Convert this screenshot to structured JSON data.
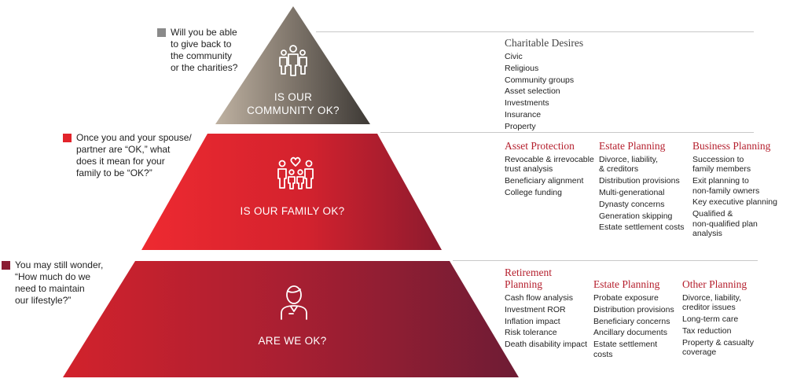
{
  "colors": {
    "community_square": "#8a8a8a",
    "family_square": "#e2242b",
    "lifestyle_square": "#8a1d33",
    "accent_title": "#b5202e"
  },
  "tiers": {
    "community": {
      "label": "IS OUR\nCOMMUNITY OK?",
      "icon": "group-of-people-icon",
      "question": "Will you be able\nto give back to\nthe community\nor the charities?",
      "sections": [
        {
          "title": "Charitable Desires",
          "items": [
            "Civic",
            "Religious",
            "Community groups",
            "Asset selection",
            "Investments",
            "Insurance",
            "Property"
          ]
        }
      ]
    },
    "family": {
      "label": "IS OUR FAMILY OK?",
      "icon": "family-with-heart-icon",
      "question": "Once you and your spouse/\npartner are “OK,” what\ndoes it mean for your\nfamily to be “OK?”",
      "sections": [
        {
          "title": "Asset Protection",
          "items": [
            "Revocable & irrevocable\ntrust analysis",
            "Beneficiary alignment",
            "College funding"
          ]
        },
        {
          "title": "Estate Planning",
          "items": [
            "Divorce, liability,\n& creditors",
            "Distribution provisions",
            "Multi-generational",
            "Dynasty concerns",
            "Generation skipping",
            "Estate settlement costs"
          ]
        },
        {
          "title": "Business Planning",
          "items": [
            "Succession to\nfamily members",
            "Exit planning to\nnon-family owners",
            "Key executive planning",
            "Qualified &\nnon-qualified plan\nanalysis"
          ]
        }
      ]
    },
    "lifestyle": {
      "label": "ARE WE OK?",
      "icon": "person-icon",
      "question": "You may still wonder,\n“How much do we\nneed to maintain\nour lifestyle?”",
      "sections": [
        {
          "title": "Retirement\nPlanning",
          "items": [
            "Cash flow analysis",
            "Investment ROR",
            "Inflation impact",
            "Risk tolerance",
            "Death disability impact"
          ]
        },
        {
          "title": "Estate Planning",
          "items": [
            "Probate exposure",
            "Distribution provisions",
            "Beneficiary concerns",
            "Ancillary documents",
            "Estate settlement\ncosts"
          ]
        },
        {
          "title": "Other Planning",
          "items": [
            "Divorce, liability,\ncreditor issues",
            "Long-term care",
            "Tax reduction",
            "Property & casualty\ncoverage"
          ]
        }
      ]
    }
  }
}
